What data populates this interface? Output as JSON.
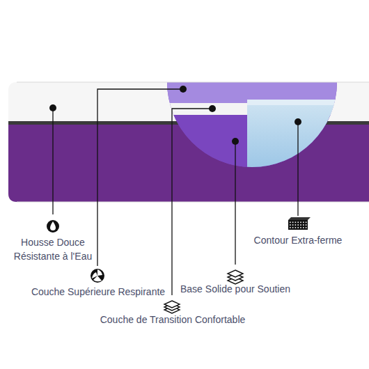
{
  "diagram": {
    "labels": [
      "Housse Douce Résistante à l'Eau",
      "Couche Supérieure Respirante",
      "Couche de Transition Confortable",
      "Base Solide pour Soutien",
      "Contour Extra-ferme"
    ]
  }
}
